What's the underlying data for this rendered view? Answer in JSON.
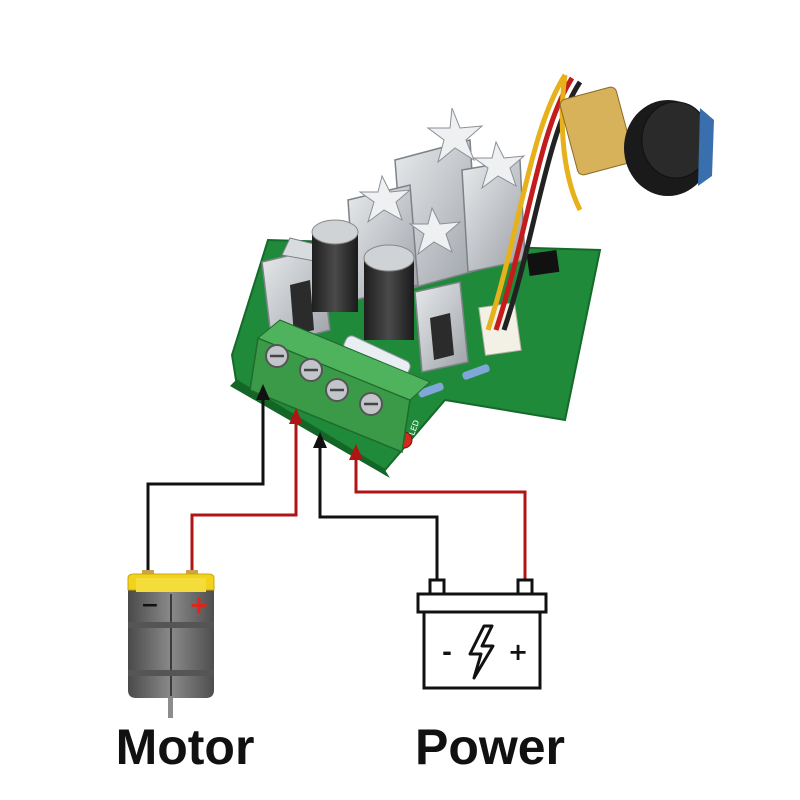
{
  "labels": {
    "motor": "Motor",
    "power": "Power"
  },
  "motor": {
    "negative_symbol": "−",
    "positive_symbol": "+"
  },
  "battery": {
    "negative_symbol": "-",
    "positive_symbol": "+"
  },
  "board": {
    "indicator_label": "LED"
  },
  "colors": {
    "wire_negative": "#111111",
    "wire_positive": "#b01515",
    "motor_body": "#6b6b6b",
    "motor_cap": "#f2d21a",
    "pcb": "#1f8a3a",
    "terminal": "#3a9a48",
    "heatsink": "#c9ccd0",
    "knob": "#1a1a1a"
  },
  "icons": {
    "battery_symbol": "lightning-bolt-icon",
    "potentiometer": "knob-icon"
  }
}
